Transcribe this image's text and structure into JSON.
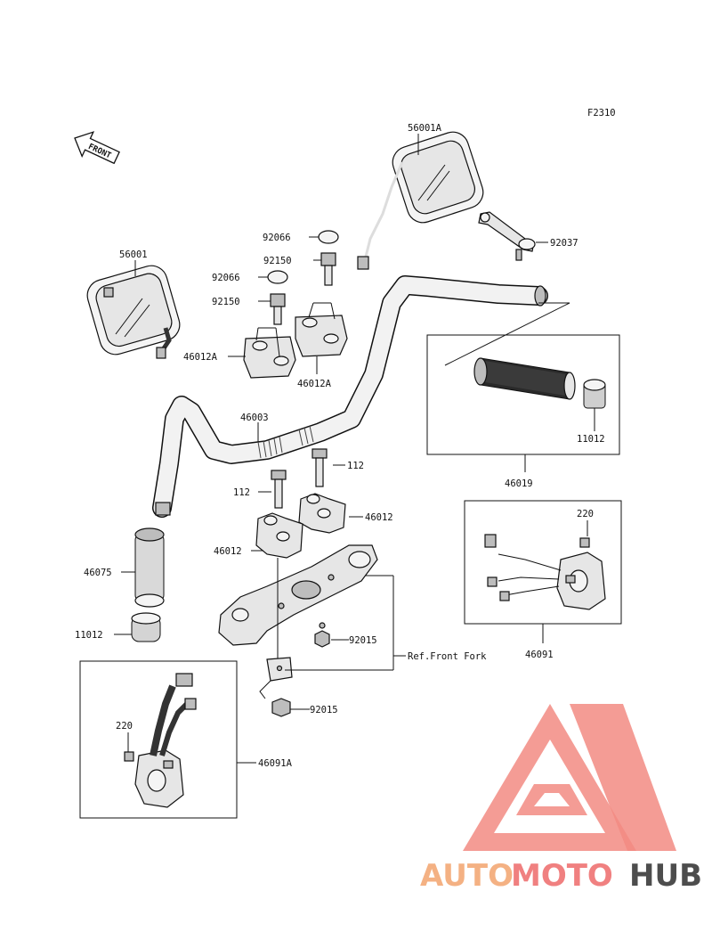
{
  "figure_code": "F2310",
  "front_arrow_label": "FRONT",
  "labels": {
    "mirror_right": "56001A",
    "mirror_left": "56001",
    "cap_upper": "92066",
    "bolt_upper": "92150",
    "cap_lower": "92066",
    "bolt_lower": "92150",
    "holder_left": "46012A",
    "holder_right": "46012A",
    "handlebar": "46003",
    "weight_lever": "92037",
    "grip_cap_right": "11012",
    "throttle_assy": "46019",
    "bolt_right": "112",
    "bolt_left": "112",
    "clamp_right": "46012",
    "clamp_left": "46012",
    "grip_left": "46075",
    "grip_cap_left": "11012",
    "nut_clamp": "92015",
    "nut_bracket": "92015",
    "front_fork_ref": "Ref.Front Fork",
    "screw_right_switch": "220",
    "switch_right": "46091",
    "screw_left_switch": "220",
    "switch_left": "46091A"
  },
  "watermark": {
    "brand_a": "AUTO",
    "brand_b": "MOTO",
    "brand_c": "HUB",
    "colors": {
      "auto": "#f4b183",
      "moto": "#f08080",
      "hub": "#4d4d4d",
      "logo": "#f28b82"
    }
  }
}
